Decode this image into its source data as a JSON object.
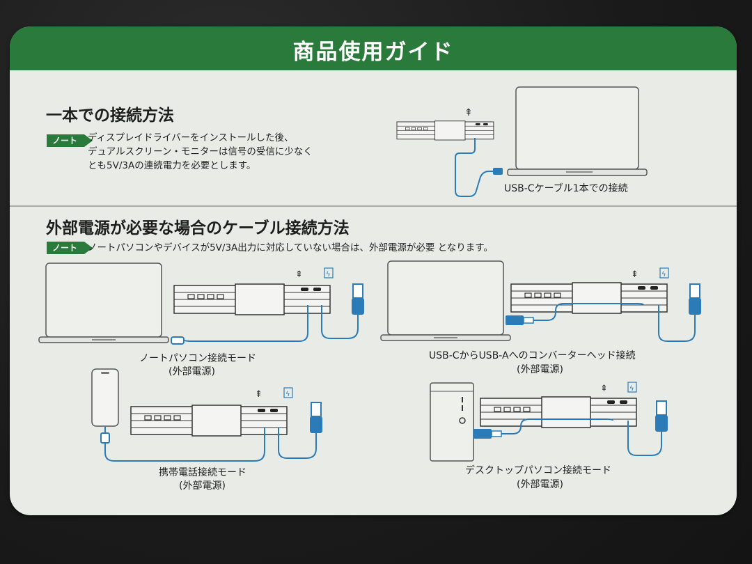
{
  "card": {
    "title": "商品使用ガイド",
    "section1": {
      "heading": "一本での接続方法",
      "note_badge": "ノート",
      "note_lines": [
        "ディスプレイドライバーをインストールした後、",
        "デュアルスクリーン・モニターは信号の受信に少なく",
        "とも5V/3Aの連続電力を必要とします。"
      ],
      "diagram_caption": "USB-Cケーブル1本での接続"
    },
    "section2": {
      "heading": "外部電源が必要な場合のケーブル接続方法",
      "note_badge": "ノート",
      "note_text": "ノートパソコンやデバイスが5V/3A出力に対応していない場合は、外部電源が必要 となります。",
      "modes": [
        {
          "caption": "ノートパソコン接続モード",
          "sub": "(外部電源)"
        },
        {
          "caption": "USB-CからUSB-Aへのコンバーターヘッド接続",
          "sub": "(外部電源)"
        },
        {
          "caption": "携帯電話接続モード",
          "sub": "(外部電源)"
        },
        {
          "caption": "デスクトップパソコン接続モード",
          "sub": "(外部電源)"
        }
      ]
    }
  },
  "colors": {
    "header_green": "#2a7b3b",
    "cable_blue": "#2b7bb9",
    "card_background": "#e9ece6"
  },
  "icons": [
    "usb-symbol-icon",
    "lightning-icon"
  ]
}
